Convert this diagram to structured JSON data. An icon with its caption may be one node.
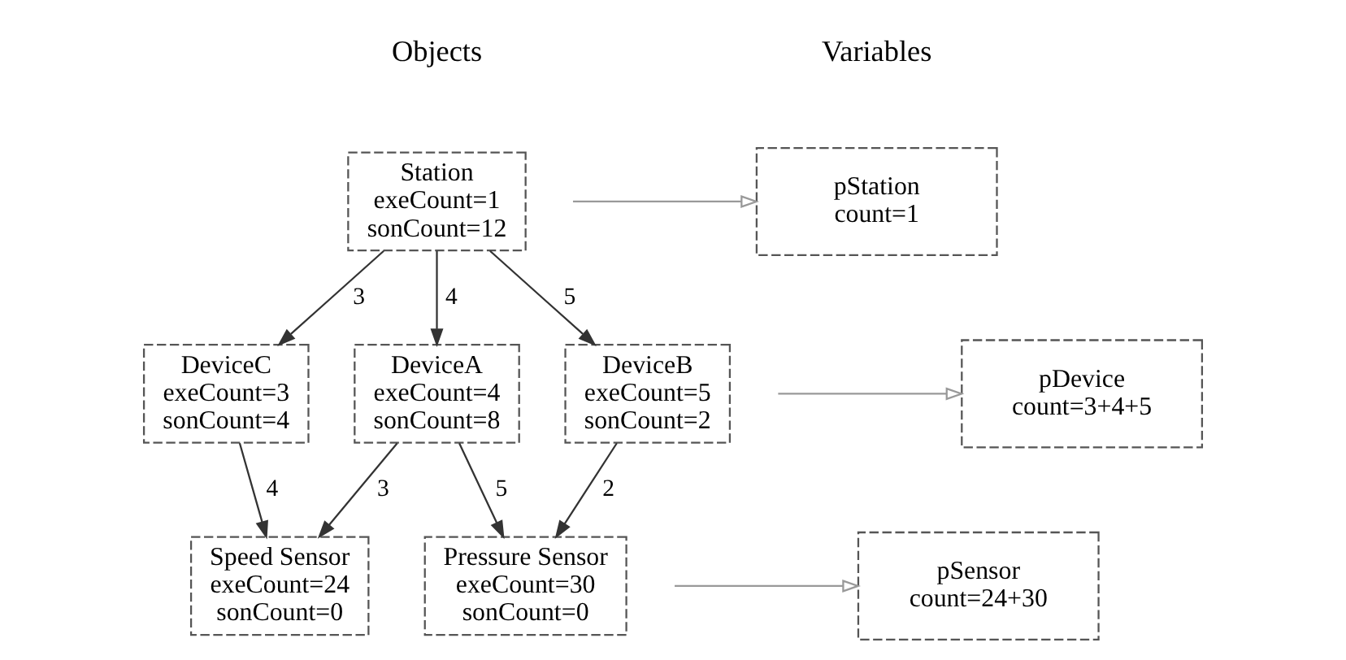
{
  "diagram": {
    "nodes": [
      {
        "text": [
          "Station",
          "exeCount=1",
          "sonCount=12"
        ]
      },
      {
        "text": [
          "DeviceC",
          "exeCount=3",
          "sonCount=4"
        ]
      },
      {
        "text": [
          "DeviceA",
          "exeCount=4",
          "sonCount=8"
        ]
      },
      {
        "text": [
          "DeviceB",
          "exeCount=5",
          "sonCount=2"
        ]
      },
      {
        "text": [
          "Speed Sensor",
          "exeCount=24",
          "sonCount=0"
        ]
      },
      {
        "text": [
          "Pressure Sensor",
          "exeCount=30",
          "sonCount=0"
        ]
      },
      {
        "text": [
          "pStation",
          "count=1"
        ]
      },
      {
        "text": [
          "pDevice",
          "count=3+4+5"
        ]
      },
      {
        "text": [
          "pSensor",
          "count=24+30"
        ]
      }
    ],
    "edges": [
      {
        "from": 0,
        "to": 1,
        "arrow": "to",
        "label": "3"
      },
      {
        "from": 0,
        "to": 2,
        "arrow": "to",
        "label": "4"
      },
      {
        "from": 0,
        "to": 3,
        "arrow": "to",
        "label": "5"
      },
      {
        "from": 1,
        "to": 4,
        "arrow": "to",
        "label": "4"
      },
      {
        "from": 2,
        "to": 4,
        "arrow": "to",
        "label": "3"
      },
      {
        "from": 2,
        "to": 5,
        "arrow": "to",
        "label": "5"
      },
      {
        "from": 3,
        "to": 5,
        "arrow": "to",
        "label": "2"
      },
      {
        "from": null,
        "to": 6,
        "arrow": "to",
        "color": "#999999"
      },
      {
        "from": null,
        "to": 7,
        "arrow": "to",
        "color": "#999999"
      },
      {
        "from": null,
        "to": 8,
        "arrow": "to",
        "color": "#999999"
      }
    ],
    "labels": [
      "Objects",
      "Variables"
    ]
  }
}
